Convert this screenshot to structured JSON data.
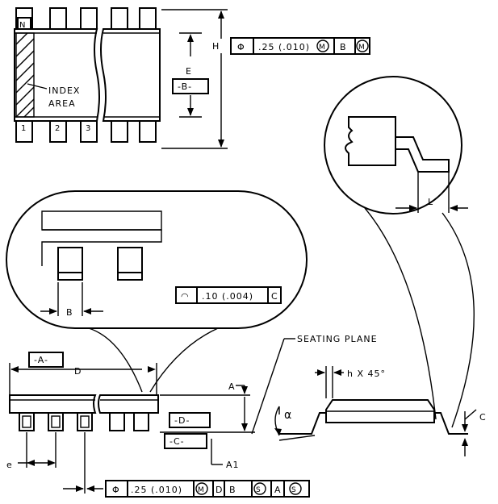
{
  "top_view": {
    "pin_n": "N",
    "pin_1": "1",
    "pin_2": "2",
    "pin_3": "3",
    "index_line1": "INDEX",
    "index_line2": "AREA",
    "dim_h": "H",
    "dim_e": "E",
    "datum_b": "-B-",
    "fcf": [
      "Φ",
      ".25 (.010)",
      "M",
      "B",
      "M"
    ]
  },
  "detail_lead": {
    "dim_l": "L"
  },
  "detail_terminal": {
    "dim_b": "B",
    "fcf": [
      "◠",
      ".10 (.004)",
      "C"
    ]
  },
  "side_view": {
    "datum_a": "-A-",
    "dim_d": "D",
    "dim_a": "A",
    "datum_d": "-D-",
    "datum_c": "-C-",
    "dim_a1": "A1",
    "dim_e_small": "e",
    "seating_plane": "SEATING PLANE",
    "fcf": [
      "Φ",
      ".25 (.010)",
      "M",
      "D",
      "B",
      "S",
      "A",
      "S"
    ]
  },
  "end_view": {
    "chamfer": "h X 45°",
    "alpha": "α",
    "dim_c": "C"
  }
}
